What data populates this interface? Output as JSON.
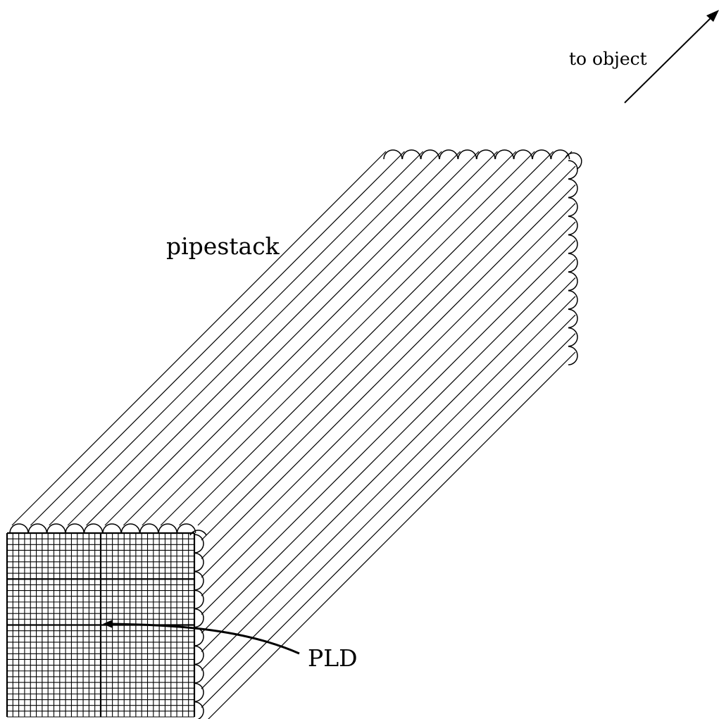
{
  "labels": {
    "to_object": "to object",
    "pipestack": "pipestack",
    "pld": "PLD"
  },
  "colors": {
    "stroke": "#000000",
    "background": "#ffffff"
  }
}
